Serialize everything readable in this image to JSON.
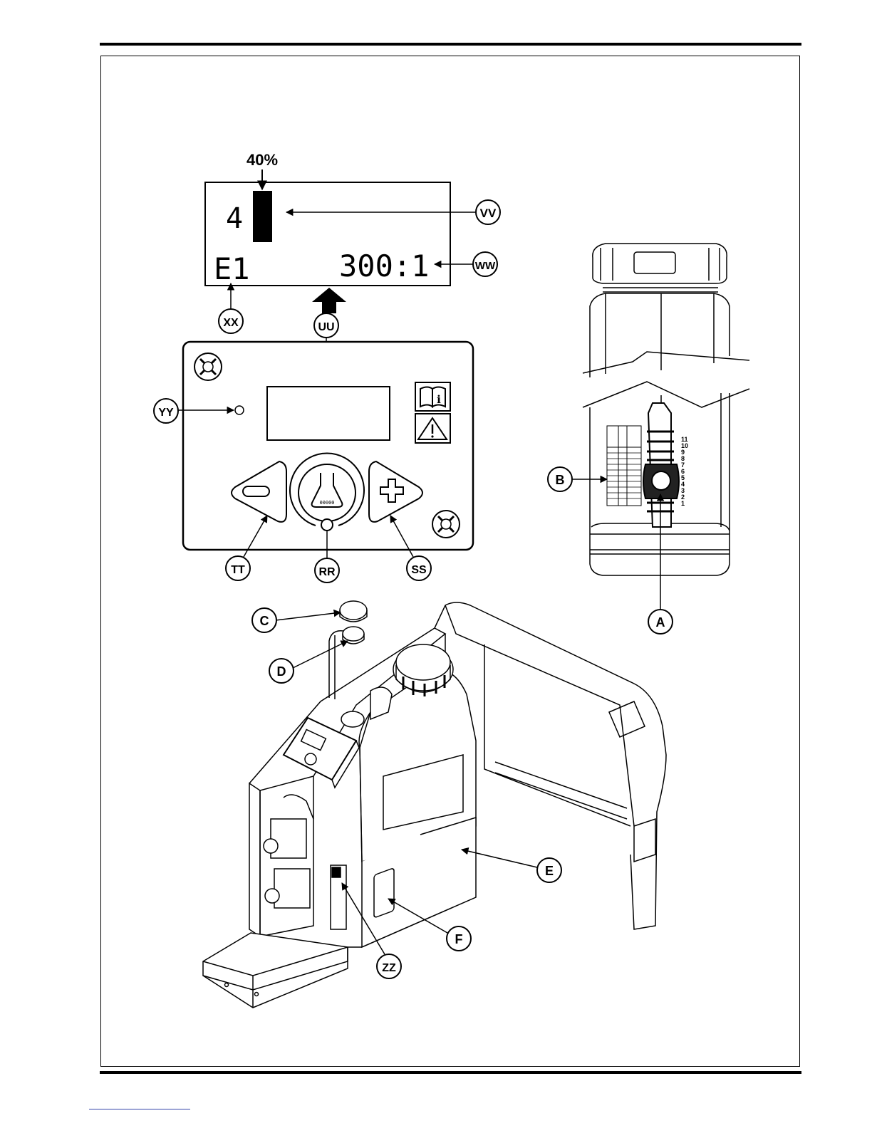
{
  "display": {
    "percent_label": "40%",
    "level_value": "4",
    "error_code": "E1",
    "ratio": "300:1"
  },
  "callouts": {
    "vv": "VV",
    "ww": "WW",
    "xx": "XX",
    "uu": "UU",
    "yy": "YY",
    "tt": "TT",
    "rr": "RR",
    "ss": "SS",
    "a": "A",
    "b": "B",
    "c": "C",
    "d": "D",
    "e": "E",
    "f": "F",
    "zz": "ZZ"
  },
  "bottle_scale": {
    "numbers": [
      "11",
      "10",
      "9",
      "8",
      "7",
      "6",
      "5",
      "4",
      "3",
      "2",
      "1"
    ]
  }
}
